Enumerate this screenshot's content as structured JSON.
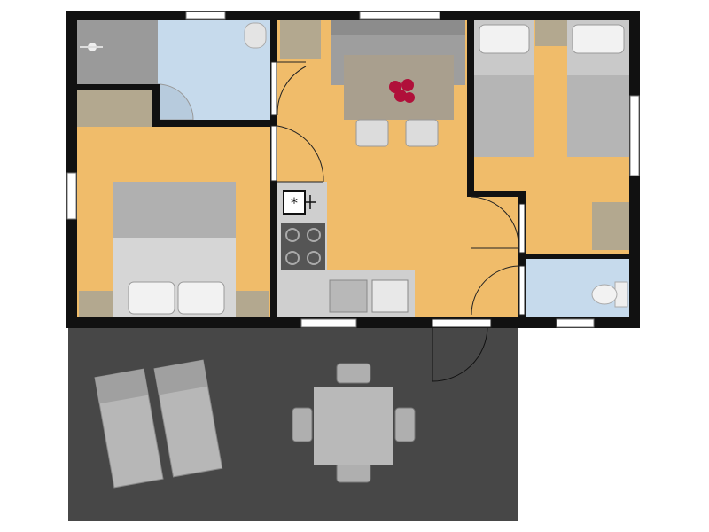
{
  "plan": {
    "type": "floor-plan",
    "rooms": [
      "bathroom-left",
      "bedroom-left",
      "living-kitchen",
      "bedroom-right",
      "bathroom-right",
      "terrace"
    ]
  },
  "colors": {
    "wall": "#111111",
    "floor_room": "#F0BC6A",
    "floor_bath": "#C6DAEC",
    "terrace": "#474747",
    "shower": "#9A9A9A",
    "rug": "#B3A88F",
    "furniture": "#A9A9A9",
    "furniture_light": "#D2D2D2",
    "table": "#A99F8E",
    "flowers": "#B0103A"
  }
}
